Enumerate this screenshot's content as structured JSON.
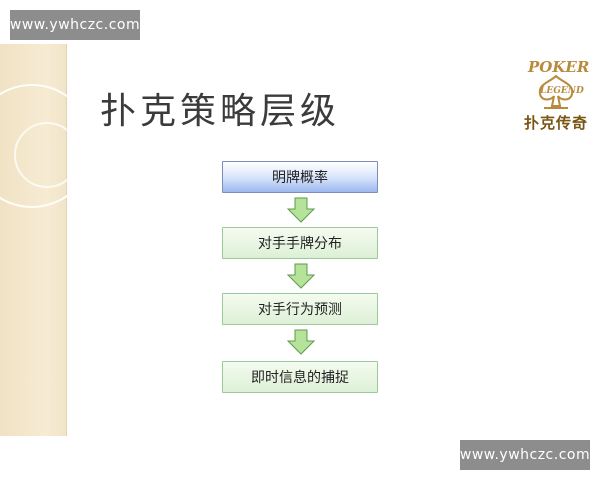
{
  "watermarks": {
    "top_left": "www.ywhczc.com",
    "bottom_right": "www.ywhczc.com"
  },
  "slide": {
    "title": "扑克策略层级",
    "logo": {
      "word_top": "POKER",
      "word_bottom": "LEGEND",
      "cn_name": "扑克传奇",
      "icon": "spade-crown-icon",
      "color": "#b88a3c"
    },
    "flowchart": {
      "steps": [
        {
          "label": "明牌概率"
        },
        {
          "label": "对手手牌分布"
        },
        {
          "label": "对手行为预测"
        },
        {
          "label": "即时信息的捕捉"
        }
      ],
      "arrow_color": "#b6e39a",
      "first_step_color": "#9db8f0",
      "step_color": "#ddf0d6"
    }
  }
}
